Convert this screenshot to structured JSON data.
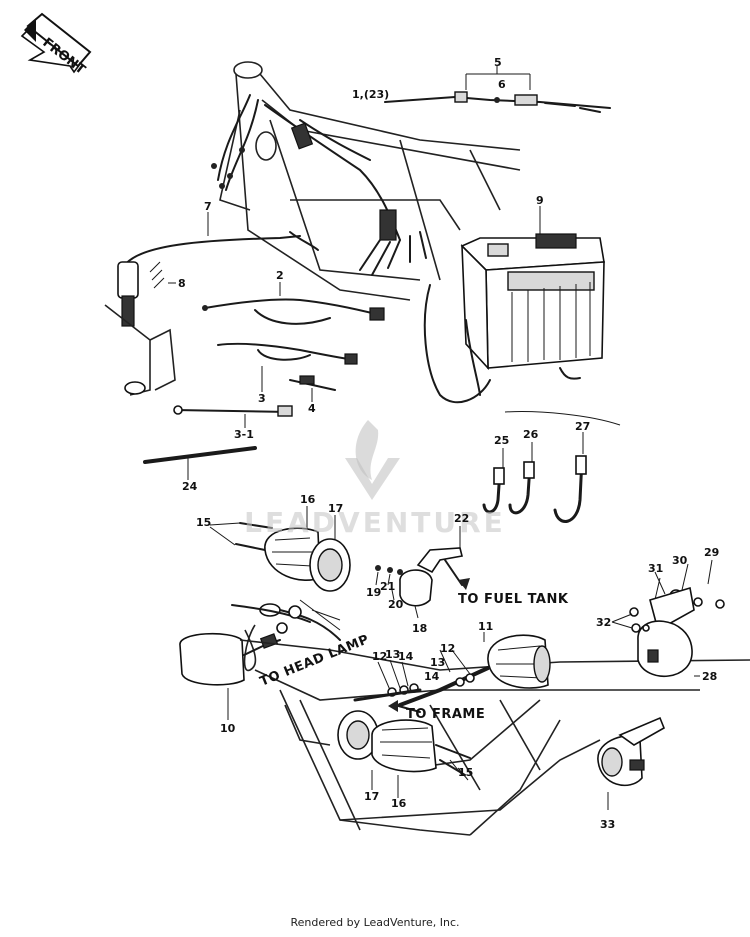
{
  "front_badge": "FRONT",
  "part_labels": {
    "p1_23": "1,(23)",
    "p5": "5",
    "p6": "6",
    "p7": "7",
    "p9": "9",
    "p8": "8",
    "p2": "2",
    "p3": "3",
    "p4": "4",
    "p3_1": "3-1",
    "p24": "24",
    "p25": "25",
    "p26": "26",
    "p27": "27",
    "p16a": "16",
    "p17a": "17",
    "p15a": "15",
    "p22": "22",
    "p19": "19",
    "p21": "21",
    "p20": "20",
    "p18": "18",
    "p11": "11",
    "p12a": "12",
    "p13a": "13",
    "p12b": "12",
    "p13b": "13",
    "p14a": "14",
    "p14b": "14",
    "p10": "10",
    "p17b": "17",
    "p16b": "16",
    "p15b": "15",
    "p31": "31",
    "p30": "30",
    "p29": "29",
    "p32": "32",
    "p28": "28",
    "p33": "33"
  },
  "callouts": {
    "to_fuel_tank": "TO FUEL TANK",
    "to_head_lamp": "TO HEAD LAMP",
    "to_frame": "TO FRAME"
  },
  "watermark": "LEADVENTURE",
  "footer": "Rendered by LeadVenture, Inc."
}
